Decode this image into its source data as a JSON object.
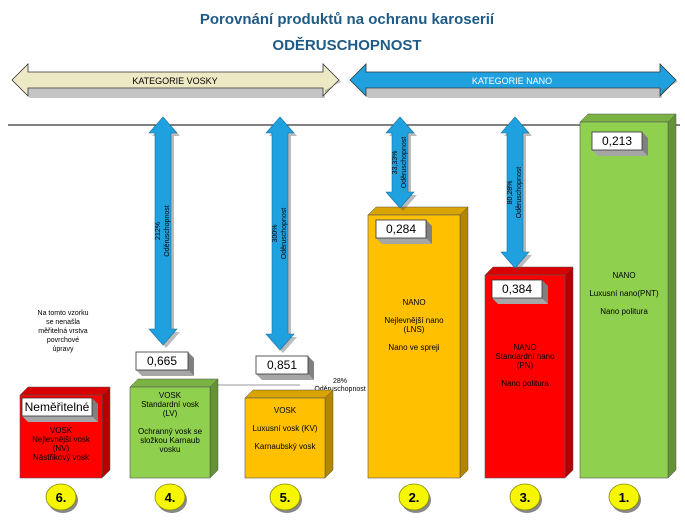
{
  "title_line1": "Porovnání produktů na ochranu karoserií",
  "title_line2": "ODĚRUSCHOPNOST",
  "category_left": "KATEGORIE VOSKY",
  "category_right": "KATEGORIE NANO",
  "colors": {
    "title": "#1e5b87",
    "banner_left": "#ede9c4",
    "banner_right": "#1fa1e0",
    "arrow": "#1fa1e0",
    "red": "#ff0000",
    "green": "#8fd14f",
    "yellow": "#ffc000",
    "rank_circle": "#f6f600"
  },
  "note_left": [
    "Na tomto vzorku",
    "se nenašla",
    "měřitelná vrstva",
    "povrchové",
    "úpravy"
  ],
  "chart_data": {
    "type": "bar",
    "title": "Porovnání produktů na ochranu karoserií – ODĚRUSCHOPNOST",
    "categories": [
      "6.",
      "4.",
      "5.",
      "2.",
      "3.",
      "1."
    ],
    "values": [
      null,
      0.665,
      0.851,
      0.284,
      0.384,
      0.213
    ],
    "value_labels": [
      "Neměřitelné",
      "0,665",
      "0,851",
      "0,284",
      "0,384",
      "0,213"
    ],
    "ranks": [
      "6.",
      "4.",
      "5.",
      "2.",
      "3.",
      "1."
    ],
    "bar_colors": [
      "red",
      "green",
      "yellow",
      "yellow",
      "red",
      "green"
    ],
    "bar_texts": [
      [
        "VOSK",
        "Nejlevnější vosk",
        "(NV)",
        "Nástřikový vosk"
      ],
      [
        "VOSK",
        "Standardní vosk",
        "(LV)",
        "",
        "Ochranný vosk se",
        "složkou Karnaub",
        "vosku"
      ],
      [
        "VOSK",
        "",
        "Luxusní vosk (KV)",
        "",
        "Karnaubský vosk"
      ],
      [
        "NANO",
        "",
        "Nejlevnější nano",
        "(LNS)",
        "",
        "Nano ve spreji"
      ],
      [
        "NANO",
        "Standardní nano",
        "(PN)",
        "",
        "Nano politura"
      ],
      [
        "NANO",
        "",
        "Luxusní nano(PNT)",
        "",
        "Nano politura"
      ]
    ],
    "arrow_labels": [
      [
        "",
        ""
      ],
      [
        "212%",
        "Oděruschopnost"
      ],
      [
        "300%",
        "Oděruschopnost"
      ],
      [
        "33,33%",
        "Oděruschopnost"
      ],
      [
        "80,28%",
        "Oděruschopnost"
      ],
      [
        "",
        ""
      ]
    ],
    "connector_label": [
      "28%",
      "Oděruschopnost"
    ]
  }
}
